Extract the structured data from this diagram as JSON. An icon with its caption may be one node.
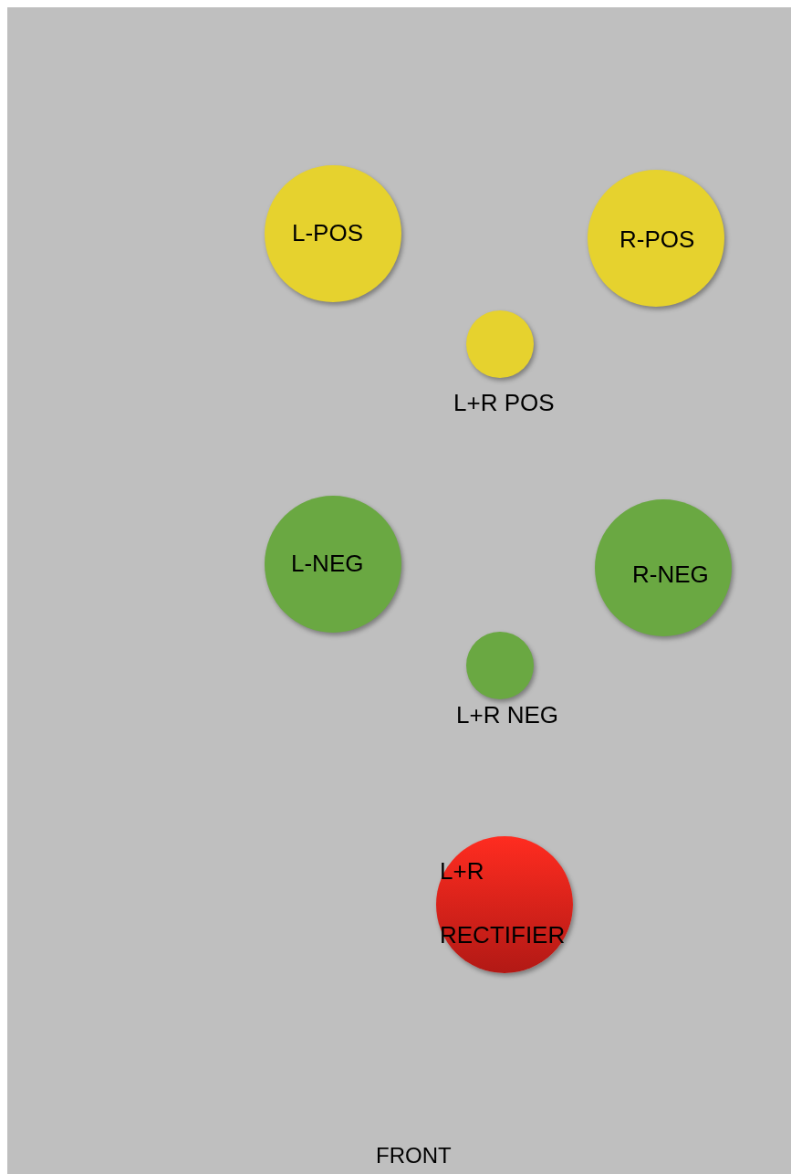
{
  "diagram": {
    "nodes": [
      {
        "text": [
          "L-POS"
        ]
      },
      {
        "text": [
          "R-POS"
        ]
      },
      {
        "text": [
          "L+R POS"
        ]
      },
      {
        "text": [
          "L-NEG"
        ]
      },
      {
        "text": [
          "R-NEG"
        ]
      },
      {
        "text": [
          "L+R NEG"
        ]
      },
      {
        "text": [
          "L+R RECTIFIER"
        ]
      }
    ],
    "edges": [],
    "labels": [
      "FRONT"
    ]
  }
}
